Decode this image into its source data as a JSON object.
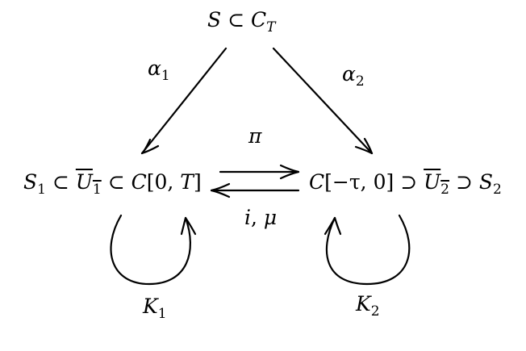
{
  "nodes": {
    "top": {
      "S": "S",
      "rel": "⊂",
      "C": "C",
      "sub": "T"
    },
    "left": {
      "S": "S",
      "S_sub": "1",
      "rel1": "⊂",
      "U": "U",
      "U_sub": "1",
      "rel2": "⊂",
      "C": "C",
      "interval": "[0, ",
      "T": "T",
      "close": "]"
    },
    "right": {
      "C": "C",
      "interval": "[−τ, 0]",
      "rel1": "⊃",
      "U": "U",
      "U_sub": "2",
      "rel2": "⊃",
      "S": "S",
      "S_sub": "2"
    }
  },
  "edges": {
    "alpha1": {
      "sym": "α",
      "sub": "1"
    },
    "alpha2": {
      "sym": "α",
      "sub": "2"
    },
    "pi": "π",
    "i_mu": {
      "i": "i",
      "sep": ", ",
      "mu": "μ"
    },
    "K1": {
      "sym": "K",
      "sub": "1"
    },
    "K2": {
      "sym": "K",
      "sub": "2"
    }
  }
}
